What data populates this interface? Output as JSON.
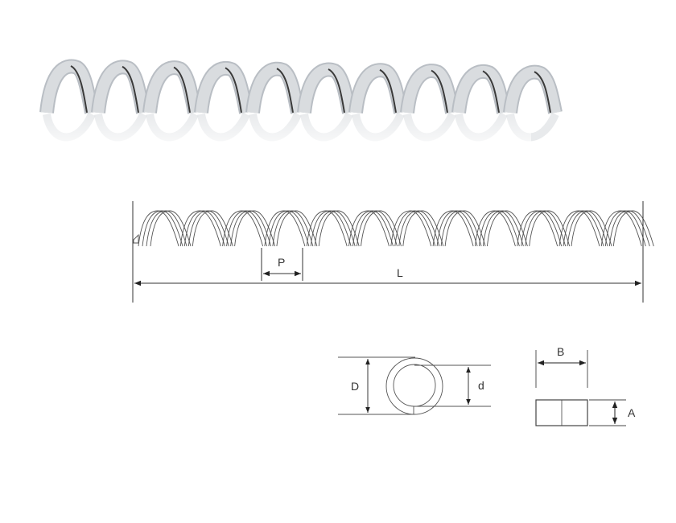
{
  "labels": {
    "pitch": "P",
    "length": "L",
    "outer_diameter": "D",
    "inner_diameter": "d",
    "width": "B",
    "thickness": "A"
  },
  "colors": {
    "line": "#444444",
    "wrap": "#d9dcdf",
    "wrap_shade": "#b9bec4",
    "stripe": "#3a3a3a"
  }
}
